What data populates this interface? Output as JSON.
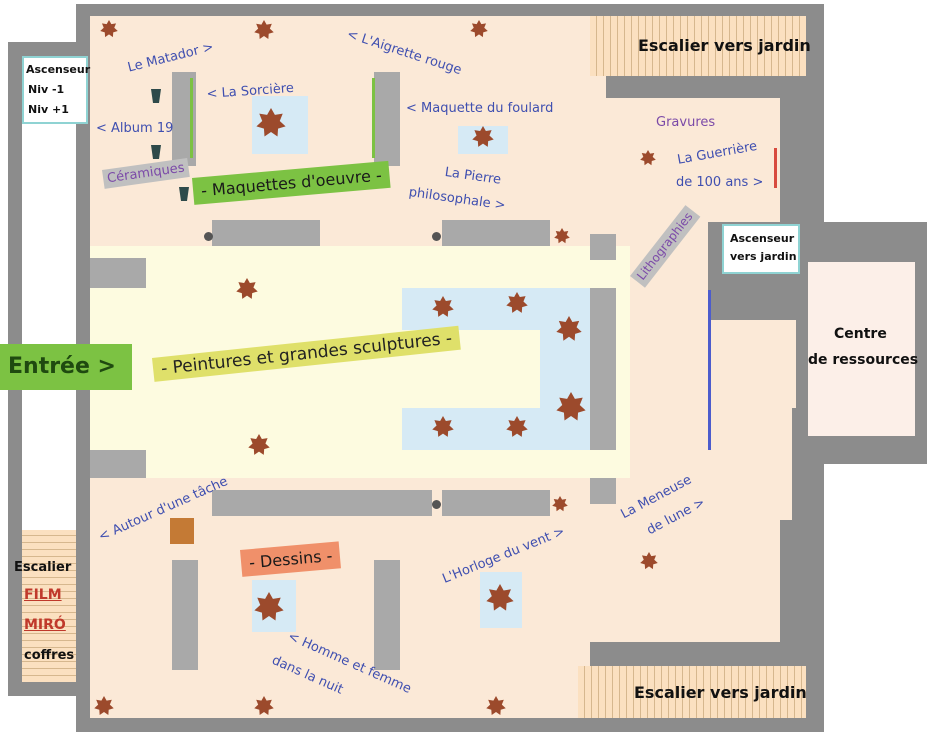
{
  "entrance": "Entrée >",
  "rooms": {
    "paintings": "- Peintures et grandes sculptures -",
    "models": "- Maquettes d'oeuvre -",
    "drawings": "- Dessins -",
    "resources_line1": "Centre",
    "resources_line2": "de ressources"
  },
  "artworks": {
    "matador": "Le Matador >",
    "aigrette": "< L'Aigrette rouge",
    "sorciere": "< La Sorcière",
    "foulard": "< Maquette du foulard",
    "album": "< Album 19",
    "pierre_line1": "La Pierre",
    "pierre_line2": "philosophale >",
    "guerriere_line1": "La Guerrière",
    "guerriere_line2": "de 100 ans >",
    "tache": "< Autour d'une tâche",
    "horloge": "L'Horloge du vent >",
    "meneuse_line1": "La Meneuse",
    "meneuse_line2": "de lune >",
    "homme_line1": "< Homme et femme",
    "homme_line2": "dans la nuit"
  },
  "categories": {
    "ceramiques": "Céramiques",
    "gravures": "Gravures",
    "lithographies": "Lithographies"
  },
  "facilities": {
    "elevator_left_title": "Ascenseur",
    "elevator_left_down": "Niv -1",
    "elevator_left_up": "Niv +1",
    "elevator_garden_line1": "Ascenseur",
    "elevator_garden_line2": "vers jardin",
    "stairs_garden_top": "Escalier vers jardin",
    "stairs_garden_bottom": "Escalier vers jardin",
    "stair_left": "Escalier",
    "film": "FILM",
    "miro": "MIRÓ",
    "coffres": "coffres"
  },
  "colors": {
    "label_blue": "#3f4fb0",
    "label_purple": "#7b4aa8",
    "sculpture": "#9c4a2c",
    "room_green": "#7cc243",
    "room_yellow": "#dfe06a",
    "room_orange": "#f0906a",
    "film_red": "#c0392b"
  }
}
